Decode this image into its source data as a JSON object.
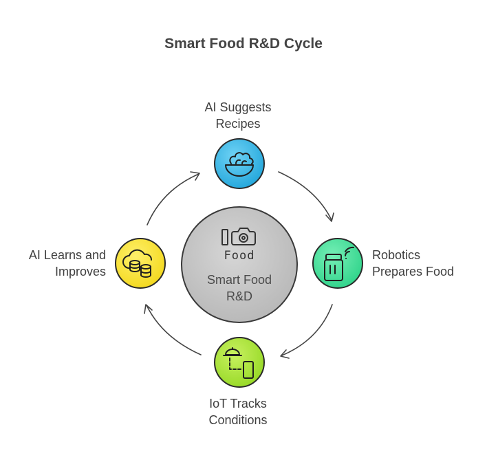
{
  "title": "Smart Food R&D Cycle",
  "center": {
    "lines": [
      "Smart Food",
      "R&D"
    ],
    "icon_text": "Food",
    "icon": "camera-food-icon",
    "color": "#c8c8c8"
  },
  "nodes": [
    {
      "id": "top",
      "lines": [
        "AI Suggests",
        "Recipes"
      ],
      "icon": "salad-bowl-icon",
      "color": "#3bb7e6"
    },
    {
      "id": "right",
      "lines": [
        "Robotics",
        "Prepares Food"
      ],
      "icon": "smart-container-icon",
      "color": "#3ddc97"
    },
    {
      "id": "bottom",
      "lines": [
        "IoT Tracks",
        "Conditions"
      ],
      "icon": "tray-phone-icon",
      "color": "#a6e035"
    },
    {
      "id": "left",
      "lines": [
        "AI Learns and",
        "Improves"
      ],
      "icon": "data-cloud-icon",
      "color": "#f6e033"
    }
  ]
}
